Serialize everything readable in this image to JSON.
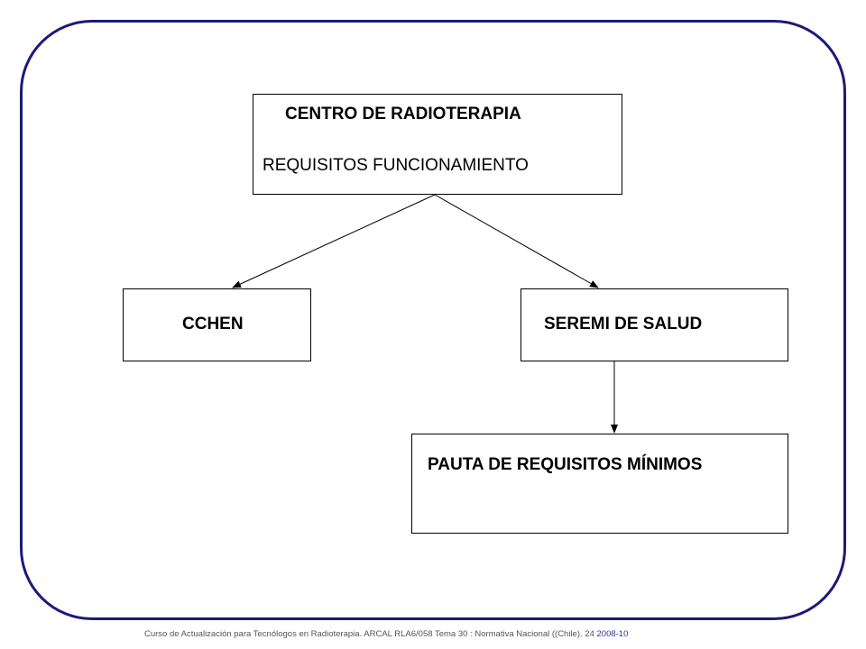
{
  "diagram": {
    "top_node": {
      "title": "CENTRO DE RADIOTERAPIA",
      "subtitle": "REQUISITOS FUNCIONAMIENTO"
    },
    "left_node": {
      "label": "CCHEN"
    },
    "right_node": {
      "label": "SEREMI DE SALUD"
    },
    "bottom_node": {
      "label": "PAUTA DE REQUISITOS MÍNIMOS"
    },
    "edges": [
      {
        "from": "CENTRO DE RADIOTERAPIA",
        "to": "CCHEN"
      },
      {
        "from": "CENTRO DE RADIOTERAPIA",
        "to": "SEREMI DE SALUD"
      },
      {
        "from": "SEREMI DE SALUD",
        "to": "PAUTA DE REQUISITOS MÍNIMOS"
      }
    ]
  },
  "footer": {
    "text": "Curso de Actualización para Tecnólogos en Radioterapia. ARCAL RLA6/058  Tema  30  : Normativa Nacional ((Chile).  24",
    "date": "2008-10"
  },
  "colors": {
    "frame_border": "#1a1a7a",
    "footer_date": "#2a3a9a"
  }
}
